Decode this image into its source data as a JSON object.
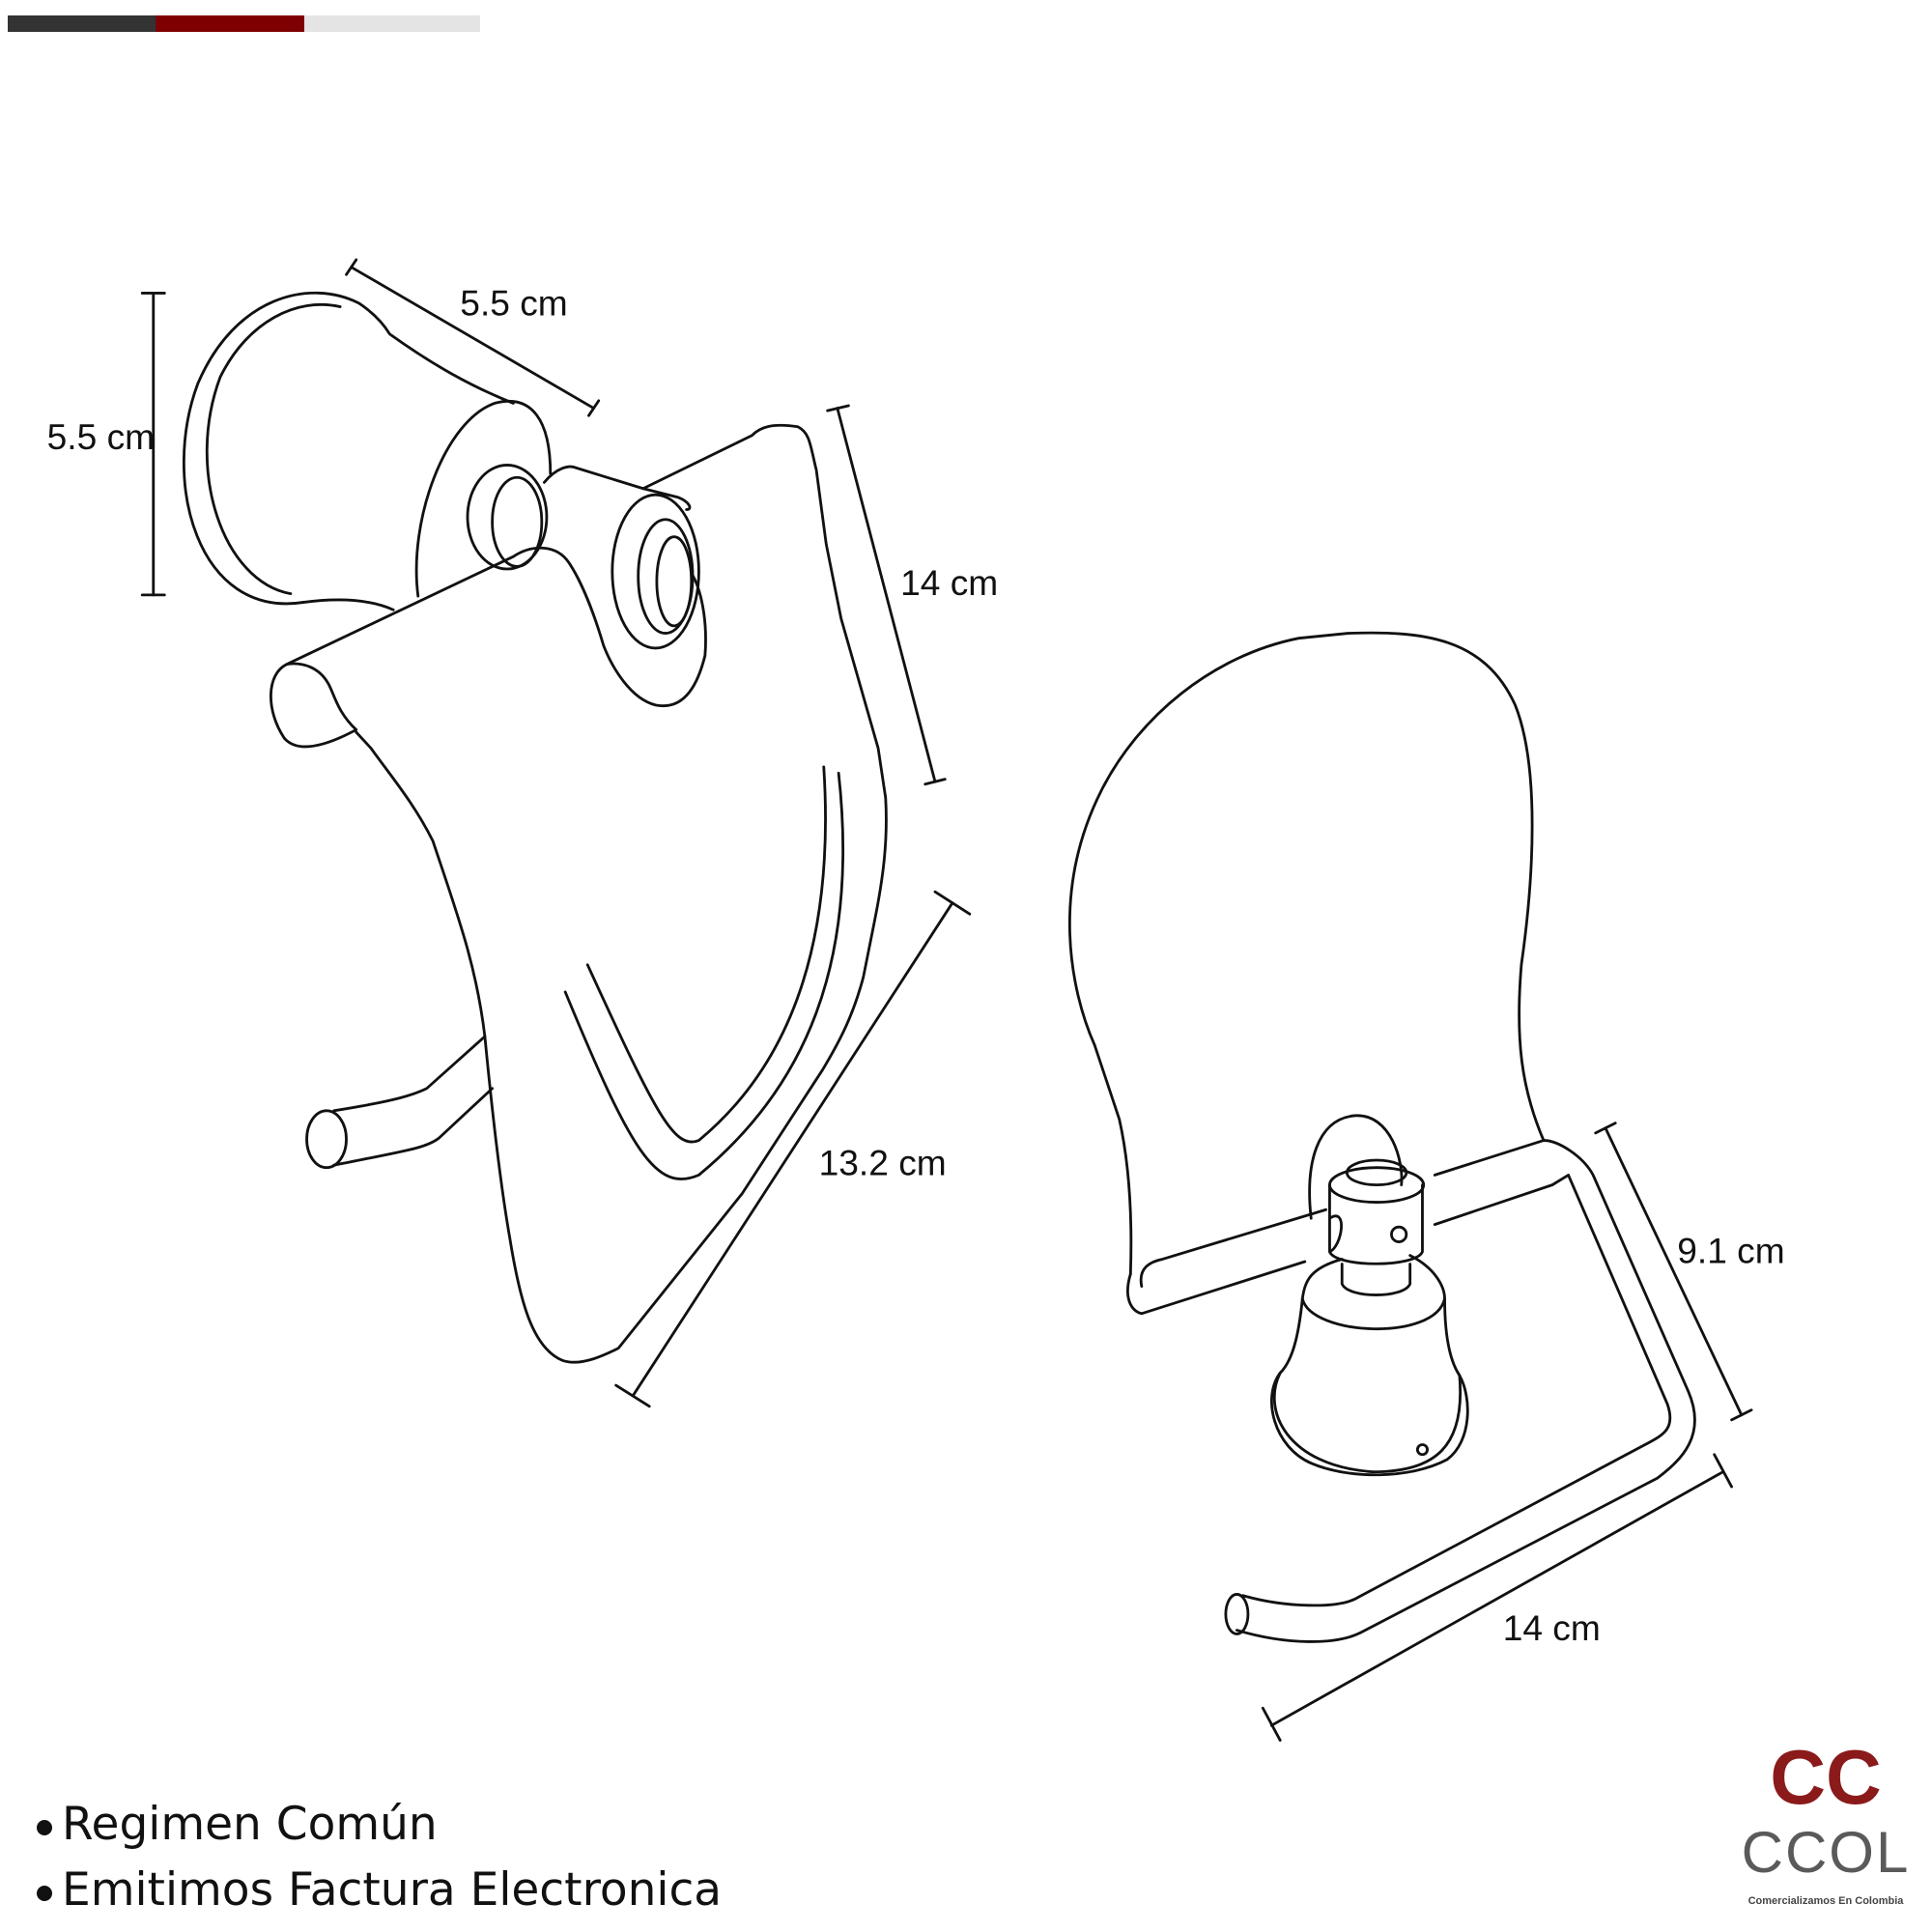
{
  "header_bars": {
    "colors": [
      "#333333",
      "#7f0000",
      "#e4e4e4"
    ]
  },
  "left_product": {
    "dimensions": {
      "height": "5.5 cm",
      "depth": "5.5 cm",
      "cover_height": "14 cm",
      "cover_width": "13.2 cm"
    }
  },
  "right_product": {
    "dimensions": {
      "arm_height": "9.1 cm",
      "arm_length": "14 cm"
    }
  },
  "bullets": [
    "Regimen Común",
    "Emitimos Factura Electronica"
  ],
  "logo": {
    "mark": "CC",
    "name": "CCOL",
    "tagline": "Comercializamos En Colombia",
    "mark_color": "#8b1a1a",
    "name_color": "#5a5a5c"
  }
}
